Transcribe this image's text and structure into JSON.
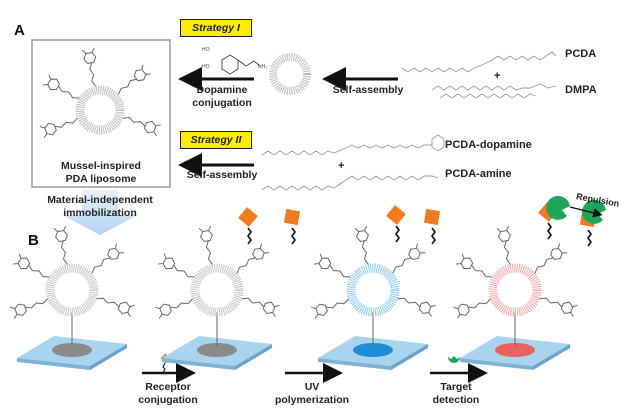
{
  "panel_a": {
    "label": "A",
    "strategy_1": "Strategy  I",
    "strategy_2": "Strategy  II",
    "result_box": {
      "line1": "Mussel-inspired",
      "line2": "PDA liposome"
    },
    "dopamine_step": {
      "line1": "Dopamine",
      "line2": "conjugation"
    },
    "self_assembly_1": "Self-assembly",
    "self_assembly_2": "Self-assembly",
    "molecules": {
      "pcda": "PCDA",
      "dmpa": "DMPA",
      "pcda_dopamine": "PCDA-dopamine",
      "pcda_amine": "PCDA-amine",
      "plus": "+"
    },
    "dopamine_groups": {
      "ho1": "HO",
      "ho2": "HO",
      "nh2": "NH₂"
    }
  },
  "transition": {
    "line1": "Material-independent",
    "line2": "immobilization"
  },
  "panel_b": {
    "label": "B",
    "steps": [
      {
        "line1": "Receptor",
        "line2": "conjugation"
      },
      {
        "line1": "UV",
        "line2": "polymerization"
      },
      {
        "line1": "Target",
        "line2": "detection"
      }
    ],
    "repulsion": "Repulsion",
    "colors": {
      "substrate": "#a9d4ee",
      "spot_initial": "#8a8a8a",
      "spot_blue": "#1e8fd6",
      "spot_red": "#e8625e",
      "ring_blue": "#8cc8ec",
      "ring_red": "#f2a8a8",
      "receptor": "#f07b22",
      "target": "#1fa55a",
      "strategy_bg": "#ffee00"
    }
  }
}
